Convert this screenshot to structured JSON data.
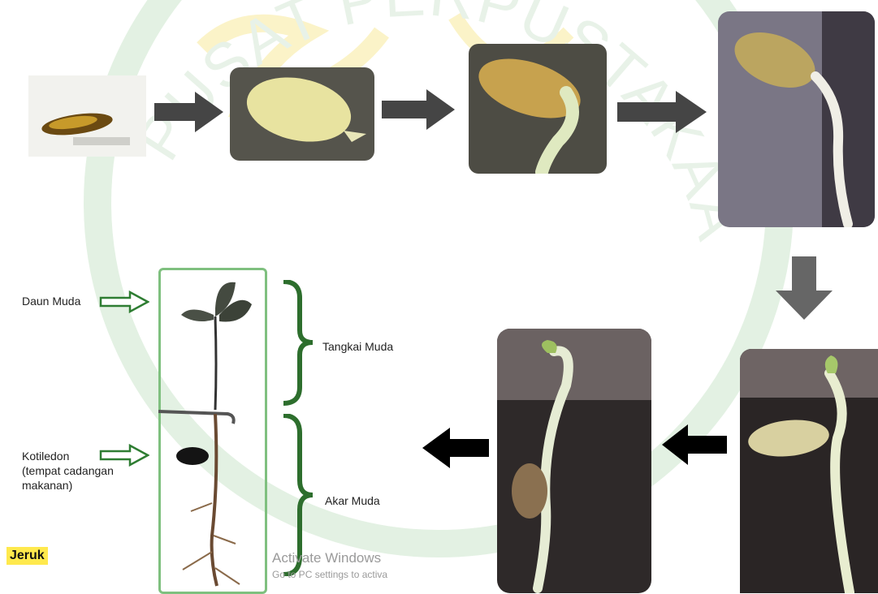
{
  "labels": {
    "daun_muda": "Daun Muda",
    "tangkai_muda": "Tangkai Muda",
    "kotiledon_line1": "Kotiledon",
    "kotiledon_line2": "(tempat cadangan",
    "kotiledon_line3": "makanan)",
    "akar_muda": "Akar Muda",
    "species": "Jeruk"
  },
  "watermark_text": "PUSAT PERPUSTAKAAN",
  "activation": {
    "title": "Activate Windows",
    "subtitle": "Go to PC settings to activa"
  },
  "colors": {
    "arrow_dark_gray": "#454545",
    "arrow_black": "#000000",
    "arrow_down": "#666666",
    "outline_green": "#7fc07f",
    "brace_green": "#2d6e2d",
    "hollow_arrow": "#2e7d32",
    "species_highlight": "#ffe94d"
  }
}
